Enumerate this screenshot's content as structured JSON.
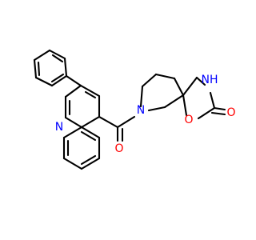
{
  "molecule": {
    "colors": {
      "bond": "#000000",
      "nitrogen": "#0000ff",
      "oxygen": "#ff0000",
      "background": "#ffffff"
    },
    "atoms": {
      "n_quinoline": "N",
      "n_amide": "N",
      "nh_carbamate": "NH",
      "o_ring": "O",
      "o_carbamate": "O",
      "o_carbonyl": "O"
    }
  }
}
